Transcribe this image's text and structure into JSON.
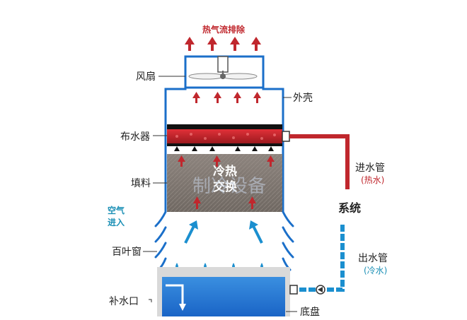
{
  "labels": {
    "exhaust": "热气流排除",
    "fan": "风扇",
    "shell": "外壳",
    "distributor": "布水器",
    "fill": "填料",
    "air_in_1": "空气",
    "air_in_2": "进入",
    "louver": "百叶窗",
    "makeup": "补水口",
    "basin": "底盘",
    "inlet_pipe": "进水管",
    "inlet_note": "(热水)",
    "system": "系统",
    "outlet_pipe": "出水管",
    "outlet_note": "(冷水)",
    "exchange_1": "冷热",
    "exchange_2": "交换",
    "watermark": "制冷设备"
  },
  "colors": {
    "red": "#c0272d",
    "blue": "#1b6fc9",
    "teal": "#1a8fb5",
    "fill_gray": "#7d746e",
    "text": "#222222",
    "distributor_bg": "#b01e24"
  }
}
